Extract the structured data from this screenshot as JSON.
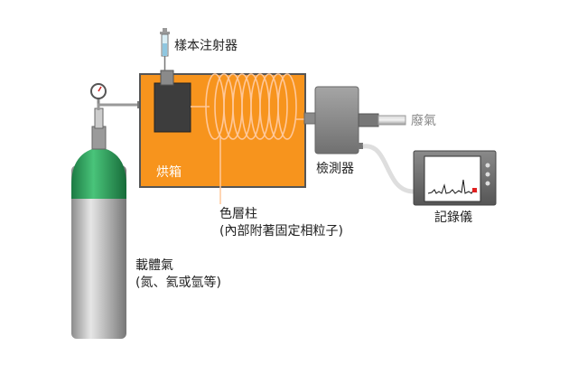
{
  "labels": {
    "syringe": "樣本注射器",
    "oven": "烘箱",
    "detector": "檢測器",
    "waste": "廢氣",
    "recorder": "記錄儀",
    "column_line1": "色層柱",
    "column_line2": "(內部附著固定相粒子)",
    "carrier_line1": "載體氣",
    "carrier_line2": "(氮、氦或氫等)"
  },
  "colors": {
    "oven": "#f7941d",
    "oven_border": "#555555",
    "coil": "#ffc89a",
    "cylinder_cap": "#2aa85c",
    "cylinder_body": "#b4b4b4",
    "detector": "#8f8f8f",
    "injector_block": "#3d3d3d",
    "trace": "#1a1a1a",
    "peak_marker": "#e02020"
  },
  "icons": {
    "pressure_gauge": "gauge-icon",
    "syringe": "syringe-icon",
    "recorder_screen": "chart-trace-icon"
  }
}
